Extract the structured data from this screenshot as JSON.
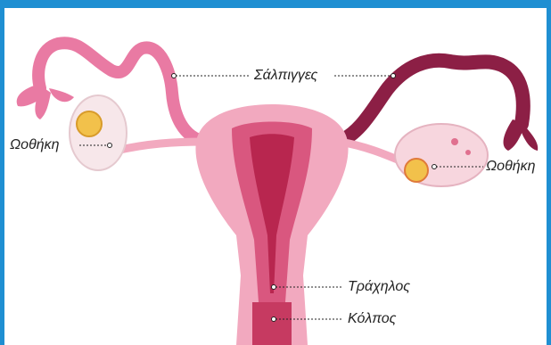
{
  "labels": {
    "fallopian_tubes": "Σάλπιγγες",
    "ovary_left": "Ωοθήκη",
    "ovary_right": "Ωοθήκη",
    "cervix": "Τράχηλος",
    "vagina": "Κόλπος"
  },
  "colors": {
    "frame": "#1f8fd2",
    "tube_light": "#e97aa3",
    "tube_dark": "#8c1f45",
    "uterus_outer": "#f2a9bf",
    "uterus_inner": "#d9577f",
    "uterus_cavity": "#b8264f",
    "ovary": "#f7e7ea",
    "follicle": "#f2c14b",
    "leader_line": "#222222"
  }
}
